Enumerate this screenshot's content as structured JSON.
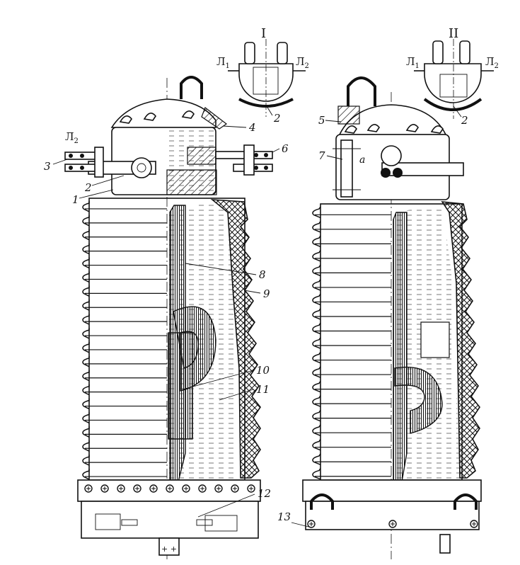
{
  "views": {
    "left": {
      "detail_label": "I"
    },
    "right": {
      "detail_label": "II",
      "letter_a": "a"
    }
  },
  "terminals": {
    "l1": "Л",
    "l1_sub": "1",
    "l2": "Л",
    "l2_sub": "2"
  },
  "callouts": [
    "1",
    "2",
    "3",
    "4",
    "5",
    "6",
    "7",
    "8",
    "9",
    "10",
    "11",
    "12",
    "13"
  ],
  "base_terminal_marks": "+ +"
}
